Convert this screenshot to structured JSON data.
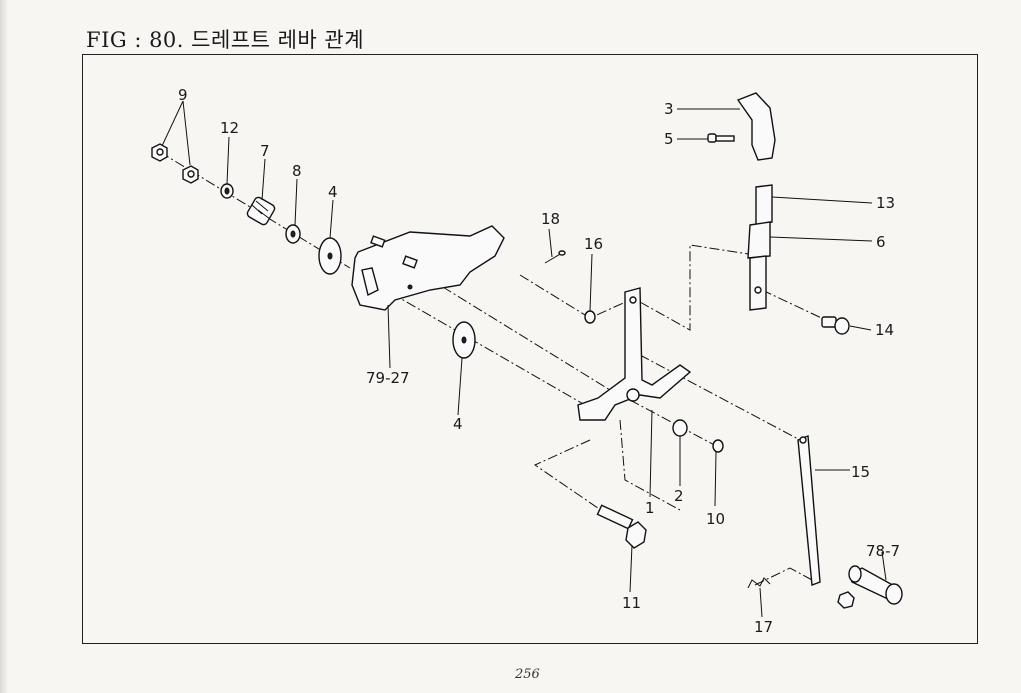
{
  "title": "FIG : 80. 드레프트 레바 관계",
  "page_number": "256",
  "callouts": {
    "c9": "9",
    "c12": "12",
    "c7": "7",
    "c8": "8",
    "c4a": "4",
    "c18": "18",
    "c16": "16",
    "c3": "3",
    "c5": "5",
    "c13": "13",
    "c6": "6",
    "c14": "14",
    "c79": "79-27",
    "c4b": "4",
    "c1": "1",
    "c2": "2",
    "c10": "10",
    "c15": "15",
    "c11": "11",
    "c78": "78-7",
    "c17": "17"
  }
}
